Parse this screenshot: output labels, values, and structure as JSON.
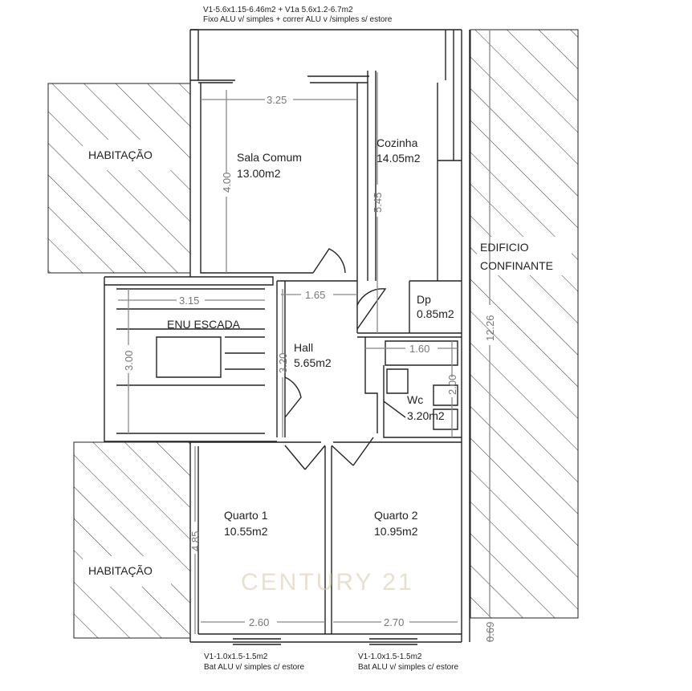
{
  "windows": {
    "top_line1": "V1-5.6x1.15-6.46m2 + V1a 5.6x1.2-6.7m2",
    "top_line2": "Fixo ALU v/ simples + correr ALU v /simples s/ estore",
    "bottom_left_line1": "V1-1.0x1.5-1.5m2",
    "bottom_left_line2": "Bat ALU v/ simples c/ estore",
    "bottom_right_line1": "V1-1.0x1.5-1.5m2",
    "bottom_right_line2": "Bat ALU v/ simples c/ estore"
  },
  "neighbours": {
    "top_left": "HABITAÇÃO",
    "bottom_left": "HABITAÇÃO",
    "right_line1": "EDIFICIO",
    "right_line2": "CONFINANTE"
  },
  "rooms": {
    "sala": {
      "name": "Sala Comum",
      "area": "13.00m2"
    },
    "cozinha": {
      "name": "Cozinha",
      "area": "14.05m2"
    },
    "escada": {
      "name": "ENU ESCADA"
    },
    "hall": {
      "name": "Hall",
      "area": "5.65m2"
    },
    "dp": {
      "name": "Dp",
      "area": "0.85m2"
    },
    "wc": {
      "name": "Wc",
      "area": "3.20m2"
    },
    "quarto1": {
      "name": "Quarto 1",
      "area": "10.55m2"
    },
    "quarto2": {
      "name": "Quarto 2",
      "area": "10.95m2"
    }
  },
  "dimensions": {
    "sala_w": "3.25",
    "sala_h": "4.00",
    "cozinha_h": "5.45",
    "hall_w": "1.65",
    "hall_h": "3.20",
    "escada_w": "3.15",
    "escada_h": "3.00",
    "wc_w": "1.60",
    "wc_h": "2.00",
    "total_h": "12.26",
    "bottom_h": "0.69",
    "quarto1_w": "2.60",
    "quarto1_h": "4.85",
    "quarto2_w": "2.70"
  },
  "watermark": "CENTURY 21"
}
